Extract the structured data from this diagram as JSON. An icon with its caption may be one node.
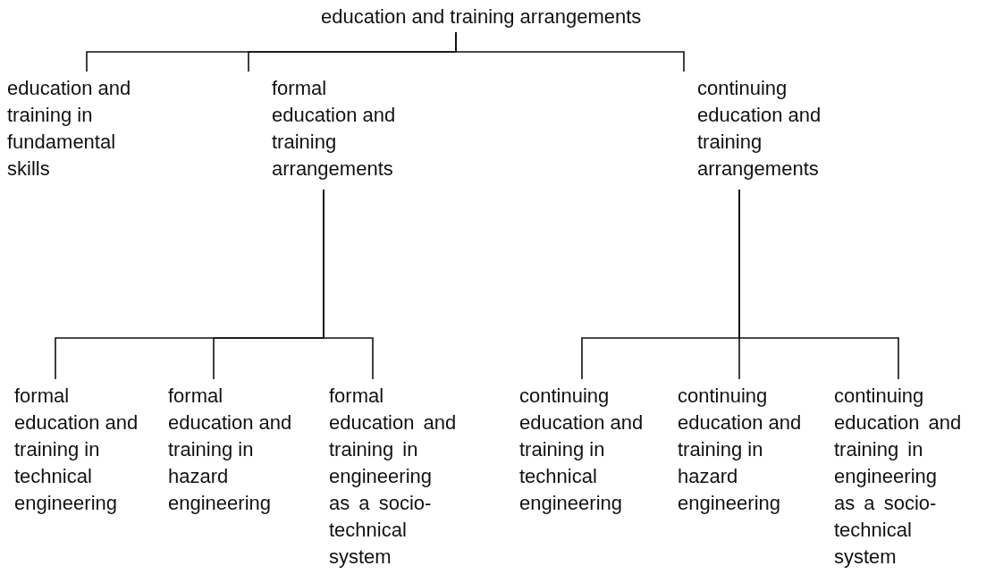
{
  "diagram": {
    "nodes": [
      {
        "text": [
          "education and training arrangements"
        ]
      },
      {
        "text": [
          "education and training in fundamental skills"
        ]
      },
      {
        "text": [
          "formal education and training arrangements"
        ]
      },
      {
        "text": [
          "continuing education and training arrangements"
        ]
      },
      {
        "text": [
          "formal education and training in technical engineering"
        ]
      },
      {
        "text": [
          "formal education and training in hazard engineering"
        ]
      },
      {
        "text": [
          "formal education and training in engineering as a socio-technical system"
        ]
      },
      {
        "text": [
          "continuing education and training in technical engineering"
        ]
      },
      {
        "text": [
          "continuing education and training in hazard engineering"
        ]
      },
      {
        "text": [
          "continuing education and training in engineering as a socio-technical system"
        ]
      }
    ],
    "edges": [
      {
        "from": 0,
        "to": 1,
        "arrow": "none"
      },
      {
        "from": 0,
        "to": 2,
        "arrow": "none"
      },
      {
        "from": 0,
        "to": 3,
        "arrow": "none"
      },
      {
        "from": 2,
        "to": 4,
        "arrow": "none"
      },
      {
        "from": 2,
        "to": 5,
        "arrow": "none"
      },
      {
        "from": 2,
        "to": 6,
        "arrow": "none"
      },
      {
        "from": 3,
        "to": 7,
        "arrow": "none"
      },
      {
        "from": 3,
        "to": 8,
        "arrow": "none"
      },
      {
        "from": 3,
        "to": 9,
        "arrow": "none"
      }
    ]
  }
}
